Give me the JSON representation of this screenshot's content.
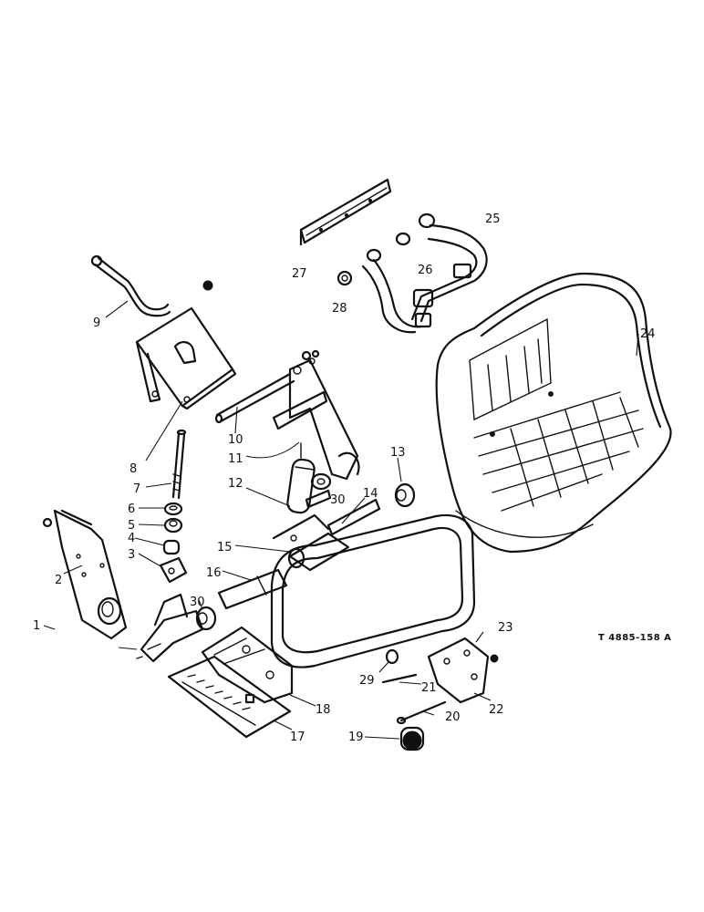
{
  "drawing_ref": "T 4885-158 A",
  "callouts": [
    {
      "id": "c1",
      "text": "1"
    },
    {
      "id": "c2",
      "text": "2"
    },
    {
      "id": "c3",
      "text": "3"
    },
    {
      "id": "c4",
      "text": "4"
    },
    {
      "id": "c5",
      "text": "5"
    },
    {
      "id": "c6",
      "text": "6"
    },
    {
      "id": "c7",
      "text": "7"
    },
    {
      "id": "c8",
      "text": "8"
    },
    {
      "id": "c9",
      "text": "9"
    },
    {
      "id": "c10",
      "text": "10"
    },
    {
      "id": "c11",
      "text": "11"
    },
    {
      "id": "c12",
      "text": "12"
    },
    {
      "id": "c13",
      "text": "13"
    },
    {
      "id": "c14",
      "text": "14"
    },
    {
      "id": "c15",
      "text": "15"
    },
    {
      "id": "c16",
      "text": "16"
    },
    {
      "id": "c17",
      "text": "17"
    },
    {
      "id": "c18",
      "text": "18"
    },
    {
      "id": "c19",
      "text": "19"
    },
    {
      "id": "c20",
      "text": "20"
    },
    {
      "id": "c21",
      "text": "21"
    },
    {
      "id": "c22",
      "text": "22"
    },
    {
      "id": "c23",
      "text": "23"
    },
    {
      "id": "c24",
      "text": "24"
    },
    {
      "id": "c25",
      "text": "25"
    },
    {
      "id": "c26",
      "text": "26"
    },
    {
      "id": "c27",
      "text": "27"
    },
    {
      "id": "c28",
      "text": "28"
    },
    {
      "id": "c29",
      "text": "29"
    },
    {
      "id": "c30a",
      "text": "30"
    },
    {
      "id": "c30b",
      "text": "30"
    }
  ]
}
